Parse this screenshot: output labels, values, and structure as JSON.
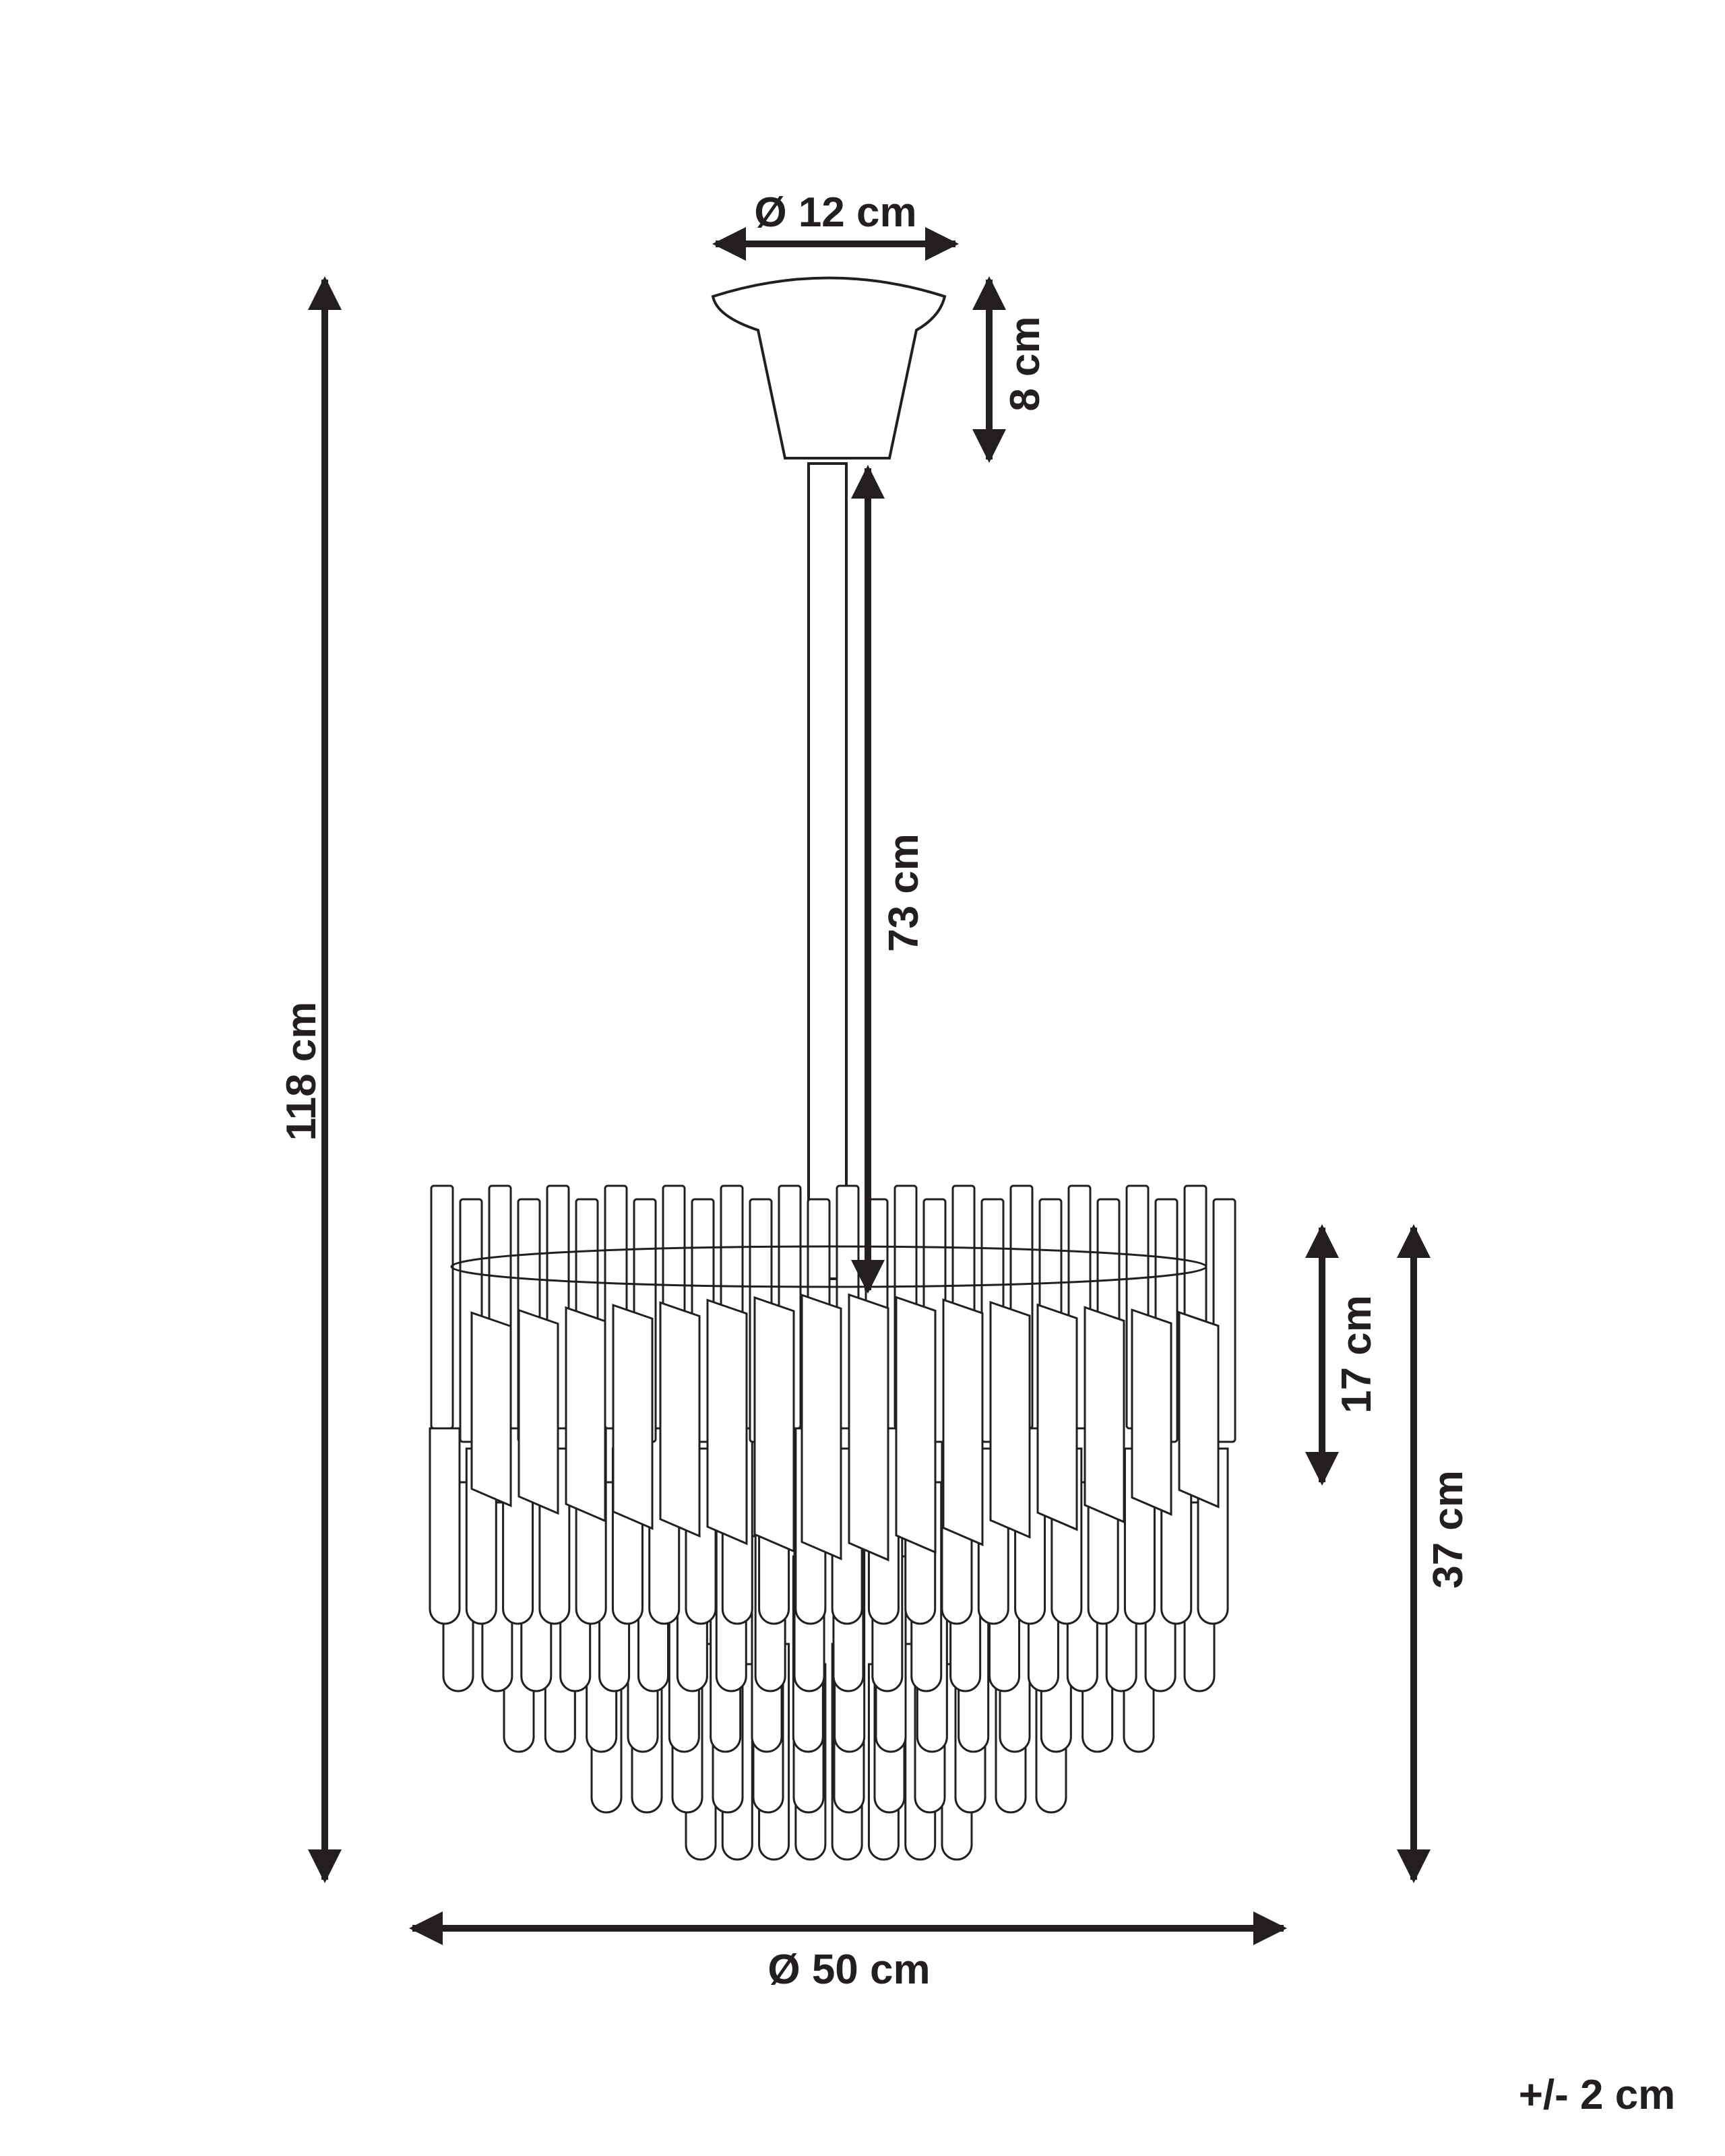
{
  "colors": {
    "ink": "#231f20",
    "background": "#ffffff"
  },
  "dimensions": {
    "canopy_diameter": "Ø 12 cm",
    "canopy_height": "8 cm",
    "rod_length": "73 cm",
    "total_height": "118 cm",
    "shade_upper_height": "17 cm",
    "shade_height": "37 cm",
    "shade_diameter": "Ø 50 cm"
  },
  "tolerance": "+/- 2 cm"
}
